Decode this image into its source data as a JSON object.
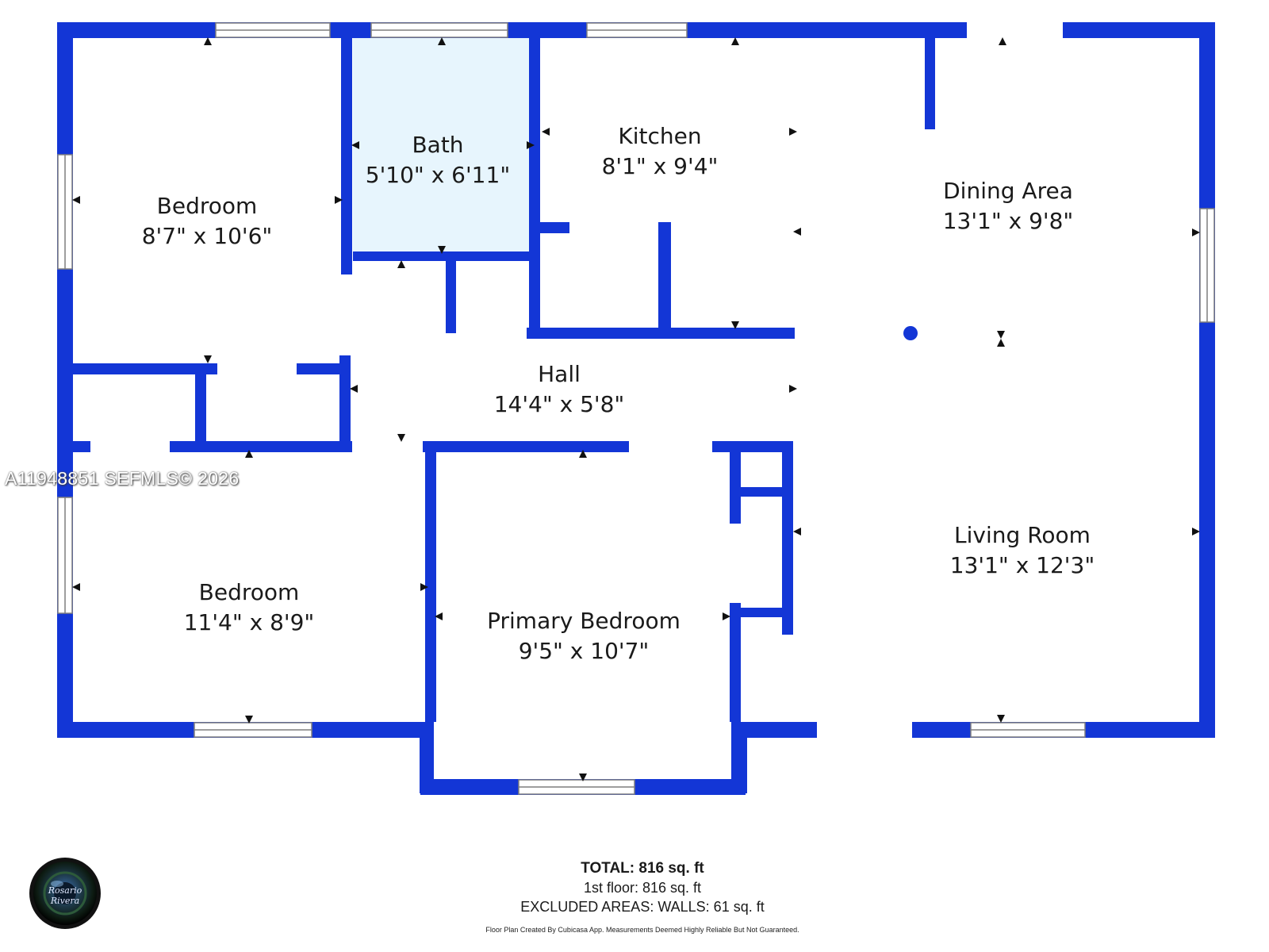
{
  "colors": {
    "wall": "#1336d6",
    "bath_fill": "#e7f5fd",
    "window_edge": "#7f7f7f",
    "label": "#1a1a1a"
  },
  "rooms": {
    "bedroom_top_left": {
      "name": "Bedroom",
      "dims": "8'7\" x 10'6\""
    },
    "bath": {
      "name": "Bath",
      "dims": "5'10\" x 6'11\""
    },
    "kitchen": {
      "name": "Kitchen",
      "dims": "8'1\" x 9'4\""
    },
    "dining_area": {
      "name": "Dining Area",
      "dims": "13'1\" x 9'8\""
    },
    "hall": {
      "name": "Hall",
      "dims": "14'4\" x 5'8\""
    },
    "bedroom_bottom_left": {
      "name": "Bedroom",
      "dims": "11'4\" x 8'9\""
    },
    "primary_bedroom": {
      "name": "Primary Bedroom",
      "dims": "9'5\" x 10'7\""
    },
    "living_room": {
      "name": "Living Room",
      "dims": "13'1\" x 12'3\""
    }
  },
  "watermark": "A11948851  SEFMLS© 2026",
  "totals": {
    "total": "TOTAL: 816 sq. ft",
    "first_floor": "1st floor: 816 sq. ft",
    "excluded": "EXCLUDED AREAS: WALLS: 61 sq. ft"
  },
  "disclaimer": "Floor Plan Created By Cubicasa App. Measurements Deemed Highly Reliable But Not Guaranteed.",
  "logo_signature": "Rosario Rivera"
}
